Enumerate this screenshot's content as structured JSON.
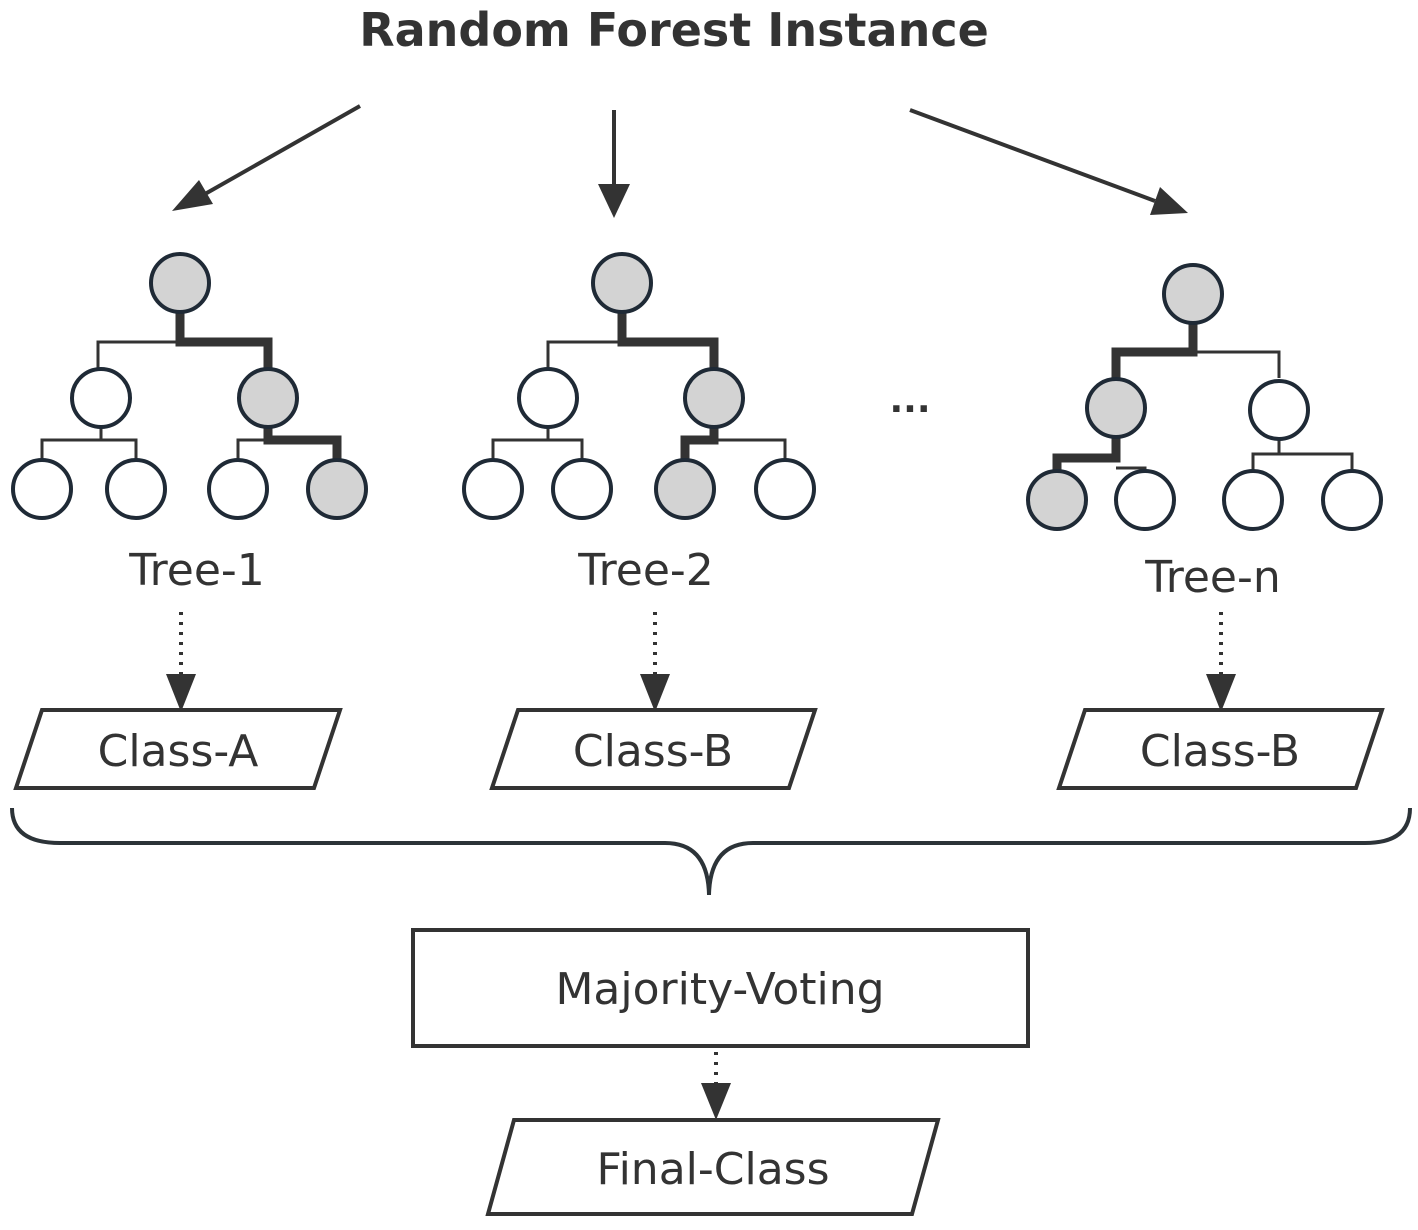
{
  "title": "Random Forest Instance",
  "ellipsis": "...",
  "trees": [
    {
      "label": "Tree-1",
      "class_label": "Class-A"
    },
    {
      "label": "Tree-2",
      "class_label": "Class-B"
    },
    {
      "label": "Tree-n",
      "class_label": "Class-B"
    }
  ],
  "aggregator": {
    "label": "Majority-Voting"
  },
  "output": {
    "label": "Final-Class"
  },
  "colors": {
    "node_highlight": "#d3d3d3",
    "node_plain": "#ffffff",
    "stroke": "#333333"
  }
}
